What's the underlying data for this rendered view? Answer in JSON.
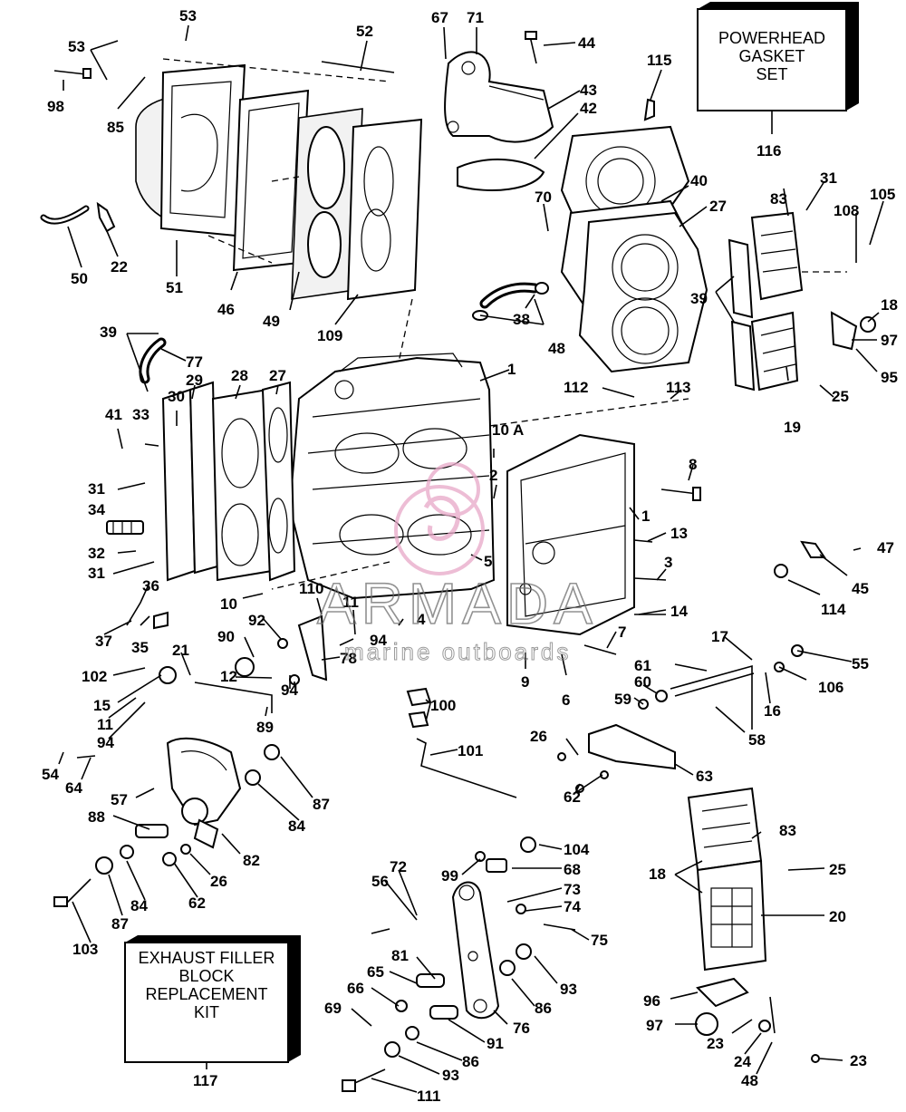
{
  "diagram": {
    "callouts": [
      {
        "id": "53a",
        "text": "53"
      },
      {
        "id": "53b",
        "text": "53"
      },
      {
        "id": "98",
        "text": "98"
      },
      {
        "id": "85",
        "text": "85"
      },
      {
        "id": "52",
        "text": "52"
      },
      {
        "id": "67",
        "text": "67"
      },
      {
        "id": "71",
        "text": "71"
      },
      {
        "id": "44",
        "text": "44"
      },
      {
        "id": "115",
        "text": "115"
      },
      {
        "id": "43",
        "text": "43"
      },
      {
        "id": "42",
        "text": "42"
      },
      {
        "id": "116",
        "text": "116"
      },
      {
        "id": "40",
        "text": "40"
      },
      {
        "id": "27a",
        "text": "27"
      },
      {
        "id": "31a",
        "text": "31"
      },
      {
        "id": "105",
        "text": "105"
      },
      {
        "id": "83a",
        "text": "83"
      },
      {
        "id": "108",
        "text": "108"
      },
      {
        "id": "70",
        "text": "70"
      },
      {
        "id": "50",
        "text": "50"
      },
      {
        "id": "22",
        "text": "22"
      },
      {
        "id": "51",
        "text": "51"
      },
      {
        "id": "46",
        "text": "46"
      },
      {
        "id": "49",
        "text": "49"
      },
      {
        "id": "109",
        "text": "109"
      },
      {
        "id": "38",
        "text": "38"
      },
      {
        "id": "39a",
        "text": "39"
      },
      {
        "id": "18a",
        "text": "18"
      },
      {
        "id": "97a",
        "text": "97"
      },
      {
        "id": "95",
        "text": "95"
      },
      {
        "id": "48a",
        "text": "48"
      },
      {
        "id": "39b",
        "text": "39"
      },
      {
        "id": "77",
        "text": "77"
      },
      {
        "id": "29",
        "text": "29"
      },
      {
        "id": "28",
        "text": "28"
      },
      {
        "id": "27b",
        "text": "27"
      },
      {
        "id": "30",
        "text": "30"
      },
      {
        "id": "1a",
        "text": "1"
      },
      {
        "id": "112",
        "text": "112"
      },
      {
        "id": "113",
        "text": "113"
      },
      {
        "id": "19",
        "text": "19"
      },
      {
        "id": "25a",
        "text": "25"
      },
      {
        "id": "41",
        "text": "41"
      },
      {
        "id": "33",
        "text": "33"
      },
      {
        "id": "10A",
        "text": "10 A"
      },
      {
        "id": "8",
        "text": "8"
      },
      {
        "id": "31b",
        "text": "31"
      },
      {
        "id": "2",
        "text": "2"
      },
      {
        "id": "34",
        "text": "34"
      },
      {
        "id": "1b",
        "text": "1"
      },
      {
        "id": "13",
        "text": "13"
      },
      {
        "id": "32",
        "text": "32"
      },
      {
        "id": "31c",
        "text": "31"
      },
      {
        "id": "5",
        "text": "5"
      },
      {
        "id": "3",
        "text": "3"
      },
      {
        "id": "47",
        "text": "47"
      },
      {
        "id": "36",
        "text": "36"
      },
      {
        "id": "45",
        "text": "45"
      },
      {
        "id": "10",
        "text": "10"
      },
      {
        "id": "110",
        "text": "110"
      },
      {
        "id": "11a",
        "text": "11"
      },
      {
        "id": "4",
        "text": "4"
      },
      {
        "id": "14",
        "text": "14"
      },
      {
        "id": "114",
        "text": "114"
      },
      {
        "id": "37",
        "text": "37"
      },
      {
        "id": "35",
        "text": "35"
      },
      {
        "id": "92",
        "text": "92"
      },
      {
        "id": "94a",
        "text": "94"
      },
      {
        "id": "7",
        "text": "7"
      },
      {
        "id": "17",
        "text": "17"
      },
      {
        "id": "90",
        "text": "90"
      },
      {
        "id": "78",
        "text": "78"
      },
      {
        "id": "21",
        "text": "21"
      },
      {
        "id": "55",
        "text": "55"
      },
      {
        "id": "61",
        "text": "61"
      },
      {
        "id": "102",
        "text": "102"
      },
      {
        "id": "12",
        "text": "12"
      },
      {
        "id": "9",
        "text": "9"
      },
      {
        "id": "6",
        "text": "6"
      },
      {
        "id": "15",
        "text": "15"
      },
      {
        "id": "60",
        "text": "60"
      },
      {
        "id": "106",
        "text": "106"
      },
      {
        "id": "94b",
        "text": "94"
      },
      {
        "id": "100",
        "text": "100"
      },
      {
        "id": "59",
        "text": "59"
      },
      {
        "id": "16",
        "text": "16"
      },
      {
        "id": "11b",
        "text": "11"
      },
      {
        "id": "89",
        "text": "89"
      },
      {
        "id": "94c",
        "text": "94"
      },
      {
        "id": "58",
        "text": "58"
      },
      {
        "id": "101",
        "text": "101"
      },
      {
        "id": "54",
        "text": "54"
      },
      {
        "id": "26a",
        "text": "26"
      },
      {
        "id": "64",
        "text": "64"
      },
      {
        "id": "63",
        "text": "63"
      },
      {
        "id": "57",
        "text": "57"
      },
      {
        "id": "87a",
        "text": "87"
      },
      {
        "id": "62a",
        "text": "62"
      },
      {
        "id": "84a",
        "text": "84"
      },
      {
        "id": "88",
        "text": "88"
      },
      {
        "id": "83b",
        "text": "83"
      },
      {
        "id": "104",
        "text": "104"
      },
      {
        "id": "82",
        "text": "82"
      },
      {
        "id": "18b",
        "text": "18"
      },
      {
        "id": "25b",
        "text": "25"
      },
      {
        "id": "26b",
        "text": "26"
      },
      {
        "id": "99",
        "text": "99"
      },
      {
        "id": "68",
        "text": "68"
      },
      {
        "id": "62b",
        "text": "62"
      },
      {
        "id": "72",
        "text": "72"
      },
      {
        "id": "84b",
        "text": "84"
      },
      {
        "id": "56",
        "text": "56"
      },
      {
        "id": "73",
        "text": "73"
      },
      {
        "id": "87b",
        "text": "87"
      },
      {
        "id": "74",
        "text": "74"
      },
      {
        "id": "20",
        "text": "20"
      },
      {
        "id": "103",
        "text": "103"
      },
      {
        "id": "75",
        "text": "75"
      },
      {
        "id": "81",
        "text": "81"
      },
      {
        "id": "93a",
        "text": "93"
      },
      {
        "id": "65",
        "text": "65"
      },
      {
        "id": "96",
        "text": "96"
      },
      {
        "id": "66",
        "text": "66"
      },
      {
        "id": "86a",
        "text": "86"
      },
      {
        "id": "97b",
        "text": "97"
      },
      {
        "id": "23a",
        "text": "23"
      },
      {
        "id": "69",
        "text": "69"
      },
      {
        "id": "76",
        "text": "76"
      },
      {
        "id": "91",
        "text": "91"
      },
      {
        "id": "24",
        "text": "24"
      },
      {
        "id": "23b",
        "text": "23"
      },
      {
        "id": "86b",
        "text": "86"
      },
      {
        "id": "93b",
        "text": "93"
      },
      {
        "id": "48b",
        "text": "48"
      },
      {
        "id": "117",
        "text": "117"
      },
      {
        "id": "111",
        "text": "111"
      }
    ],
    "kits": {
      "powerhead_gasket_set": [
        "POWERHEAD",
        "GASKET",
        "SET"
      ],
      "exhaust_filler_block": [
        "EXHAUST FILLER",
        "BLOCK",
        "REPLACEMENT",
        "KIT"
      ]
    },
    "watermark": {
      "brand": "ARMADA",
      "tagline": "marine outboards",
      "accent_color": "#e8a8c8"
    }
  }
}
